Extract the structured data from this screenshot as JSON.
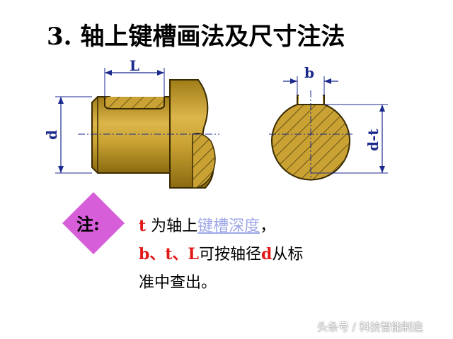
{
  "title": "3. 轴上键槽画法及尺寸注法",
  "dimensions": {
    "L": "L",
    "b": "b",
    "d": "d",
    "d_minus_t": "d-t"
  },
  "note": {
    "label": "注:",
    "line1": {
      "var": "t",
      "text_before": " 为轴上",
      "link": "键槽深度",
      "text_after": "，"
    },
    "line2": {
      "vars1": "b、t、L",
      "text1": "可按轴径",
      "var2": "d",
      "text2": "从标"
    },
    "line3": "准中查出。"
  },
  "colors": {
    "shaft_fill": "#c9a233",
    "shaft_dark": "#8a6a10",
    "dimension": "#1b2a8c",
    "note_badge": "#d65ed8",
    "highlight_var": "#e01818",
    "link": "#9ea7e8"
  },
  "watermark": "头条号 / 科技智能制造"
}
